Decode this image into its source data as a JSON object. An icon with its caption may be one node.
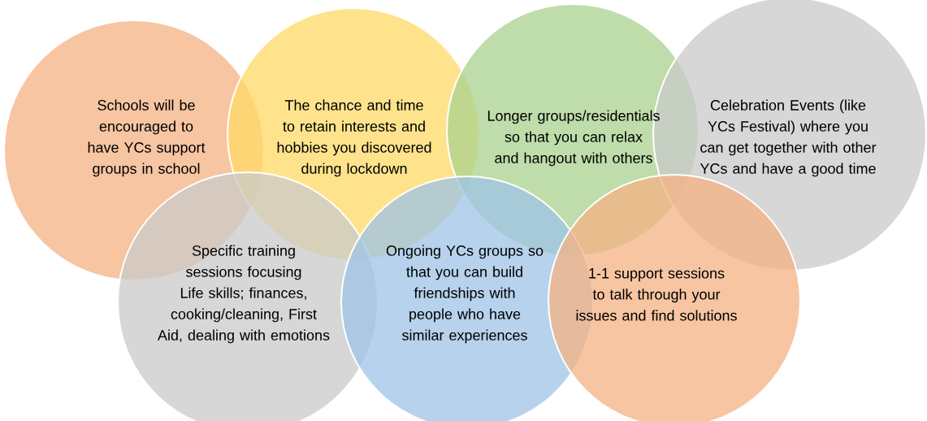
{
  "diagram": {
    "nodes": [
      {
        "text": [
          "Schools will be encouraged to have YCs support groups in school"
        ]
      },
      {
        "text": [
          "The chance and time to retain interests and hobbies you discovered during lockdown"
        ]
      },
      {
        "text": [
          "Longer groups/residentials so that you can relax and hangout with others"
        ]
      },
      {
        "text": [
          "Celebration Events (like YCs Festival) where you can get together with other YCs and have a good time"
        ]
      },
      {
        "text": [
          "Specific training sessions focusing Life skills; finances, cooking/cleaning, First Aid, dealing with emotions"
        ]
      },
      {
        "text": [
          "Ongoing YCs groups so that you can build friendships with people who have similar experiences"
        ]
      },
      {
        "text": [
          "1-1 support sessions to talk through your issues and find solutions"
        ]
      }
    ]
  }
}
